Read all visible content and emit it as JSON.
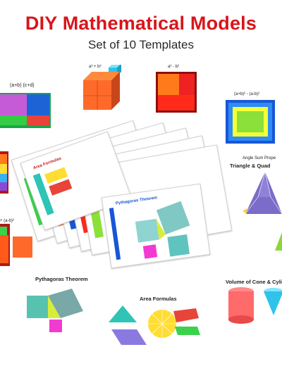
{
  "header": {
    "title": "DIY Mathematical Models",
    "subtitle": "Set of 10 Templates"
  },
  "labels": {
    "a_plus_b_c_plus_d": "(a+b) (c+d)",
    "a3_plus_b3": "a³ + b³",
    "a2_minus_b2": "a² - b²",
    "a_plus_b2_minus_a_minus_b2": "(a+b)² - (a-b)²",
    "angle_sum": "Angle Sum Prope",
    "triangle_quad": "Triangle & Quad",
    "a_plus_b2_left": "+ (a-b)²",
    "pythagoras": "Pythagoras Theorem",
    "area_formulas": "Area Formulas",
    "volume": "Volume of Cone & Cylin"
  },
  "sheets": {
    "area_formulas_title": "Area Formulas",
    "pythagoras_title": "Pythagoras Theorem"
  }
}
